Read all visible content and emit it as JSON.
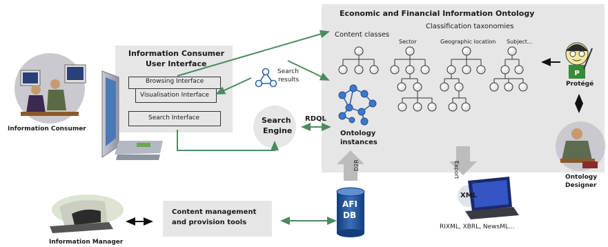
{
  "ontology_panel": {
    "title": "Economic and Financial Information Ontology",
    "content_classes": "Content classes",
    "classification_taxonomies": "Classification taxonomies",
    "sector": "Sector",
    "geographic_location": "Geographic location",
    "subject": "Subject...",
    "instances_line1": "Ontology",
    "instances_line2": "instances",
    "export": "Export"
  },
  "consumer_ui": {
    "title_line1": "Information Consumer",
    "title_line2": "User Interface",
    "browsing": "Browsing Interface",
    "visualisation": "Visualisation Interface",
    "search": "Search Interface"
  },
  "actors": {
    "consumer": "Information Consumer",
    "manager": "Information Manager",
    "protege": "Protégé",
    "designer_line1": "Ontology",
    "designer_line2": "Designer"
  },
  "search_results_line1": "Search",
  "search_results_line2": "results",
  "search_engine_line1": "Search",
  "search_engine_line2": "Engine",
  "rdql": "RDQL",
  "d2r": "D2R",
  "db_line1": "AFI",
  "db_line2": "DB",
  "content_tools_line1": "Content management",
  "content_tools_line2": "and provision tools",
  "xml": "XML",
  "formats": "RIXML, XBRL, NewsML..."
}
